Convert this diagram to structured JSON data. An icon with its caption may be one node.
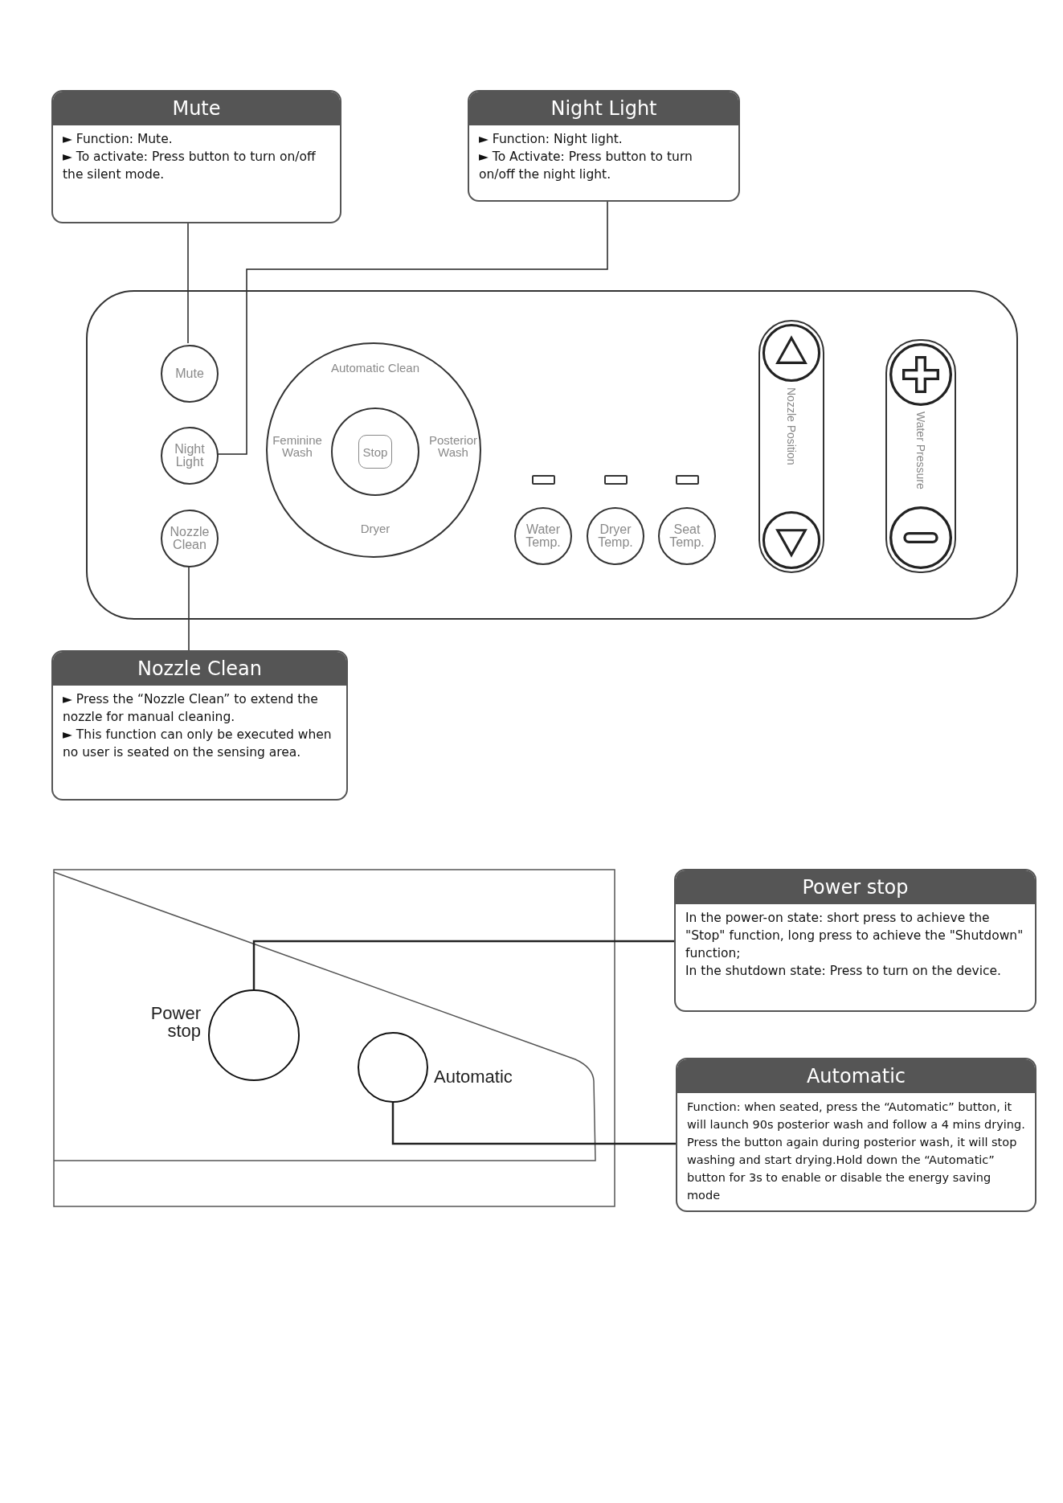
{
  "diagram": {
    "nodes": [
      {
        "text": [
          "Mute",
          "► Function: Mute.",
          "► To activate: Press button to turn on/off the silent mode."
        ]
      },
      {
        "text": [
          "Night Light",
          "► Function: Night light.",
          "► To Activate: Press button to turn on/off the night light."
        ]
      },
      {
        "text": [],
        "shape": "box"
      },
      {
        "text": [
          "Mute"
        ],
        "in": 2
      },
      {
        "text": [
          "Night Light"
        ],
        "in": 2
      },
      {
        "text": [
          "Nozzle Clean"
        ],
        "in": 2
      },
      {
        "text": [
          "Automatic Clean",
          "Feminine Wash",
          "Posterior Wash",
          "Dryer"
        ],
        "in": 2
      },
      {
        "text": [
          "Stop"
        ],
        "in": 6
      },
      {
        "text": [
          "Water Temp."
        ],
        "in": 2
      },
      {
        "text": [
          "Dryer Temp."
        ],
        "in": 2
      },
      {
        "text": [
          "Seat Temp."
        ],
        "in": 2
      },
      {
        "text": [
          "Nozzle Position"
        ],
        "in": 2
      },
      {
        "text": [
          "Water Pressure"
        ],
        "in": 2
      },
      {
        "text": [
          "Nozzle Clean",
          "► Press the “Nozzle Clean” to extend the nozzle for manual cleaning.",
          "► This function can only be executed when no user is seated on the sensing area."
        ]
      },
      {
        "text": [],
        "shape": "circle",
        "beside": [
          "Power stop"
        ]
      },
      {
        "text": [],
        "shape": "circle",
        "beside": [
          "Automatic"
        ]
      },
      {
        "text": [
          "Power stop",
          "In the power-on state: short press to achieve the \"Stop\" function, long press to achieve the \"Shutdown\" function;",
          "In the shutdown state: Press to turn on the device."
        ]
      },
      {
        "text": [
          "Automatic",
          "Function: when seated, press the “Automatic” button, it will launch 90s posterior wash and follow a 4 mins drying. Press the button again during posterior wash, it will stop washing and start drying.Hold down the “Automatic” button for 3s to enable or disable the energy saving mode"
        ]
      }
    ],
    "edges": [
      {
        "from": 0,
        "to": 3,
        "arrow": "none"
      },
      {
        "from": 1,
        "to": 4,
        "arrow": "none"
      },
      {
        "from": 13,
        "to": 5,
        "arrow": "none"
      },
      {
        "from": 16,
        "to": 14,
        "arrow": "none"
      },
      {
        "from": 17,
        "to": 15,
        "arrow": "none"
      }
    ]
  }
}
